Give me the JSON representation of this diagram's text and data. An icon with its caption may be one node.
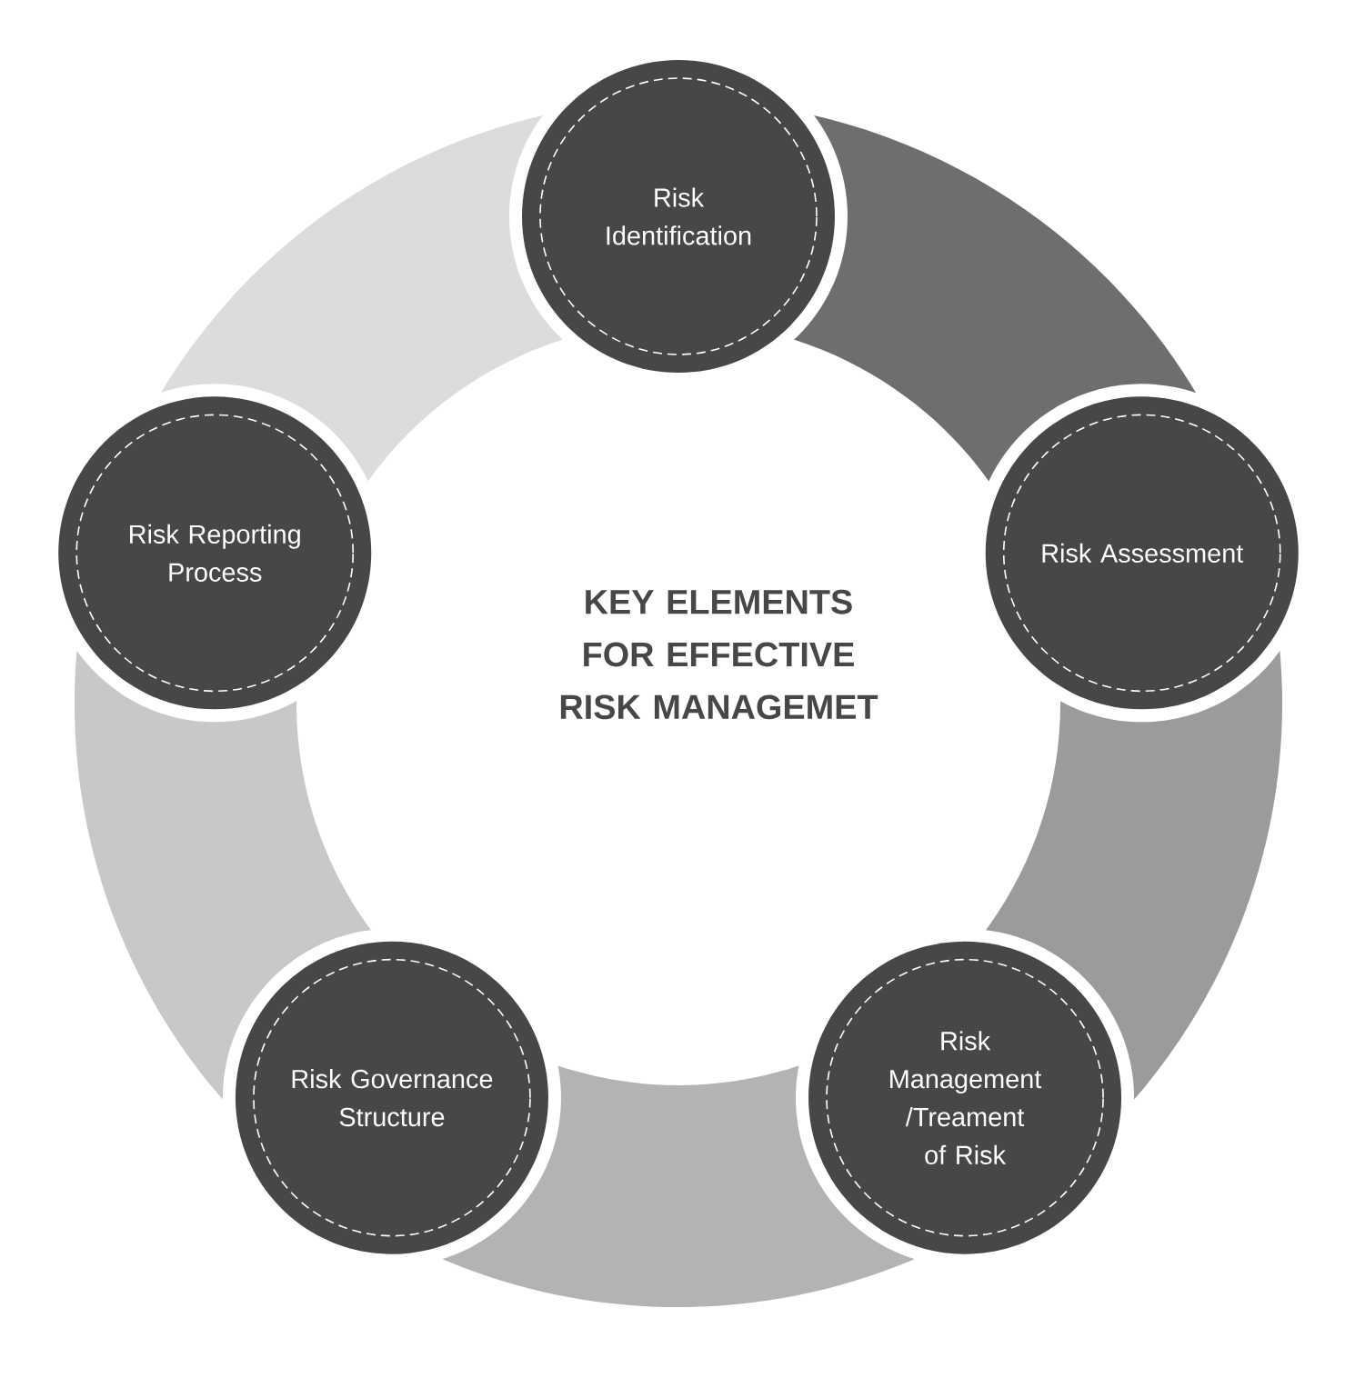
{
  "diagram": {
    "title": "KEY ELEMENTS FOR EFFECTIVE RISK MANAGEMET",
    "nodes": [
      {
        "text": [
          "Risk Identification"
        ]
      },
      {
        "text": [
          "Risk Assessment"
        ]
      },
      {
        "text": [
          "Risk Management /Treament of Risk"
        ]
      },
      {
        "text": [
          "Risk Governance Structure"
        ]
      },
      {
        "text": [
          "Risk Reporting Process"
        ]
      }
    ],
    "edges": [
      {
        "from": 0,
        "to": 1,
        "arrow": "none",
        "color": "#6e6e6e"
      },
      {
        "from": 1,
        "to": 2,
        "arrow": "none",
        "color": "#9b9b9b"
      },
      {
        "from": 2,
        "to": 3,
        "arrow": "none",
        "color": "#b3b3b3"
      },
      {
        "from": 3,
        "to": 4,
        "arrow": "none",
        "color": "#c8c8c8"
      },
      {
        "from": 4,
        "to": 0,
        "arrow": "none",
        "color": "#dcdcdc"
      }
    ]
  }
}
